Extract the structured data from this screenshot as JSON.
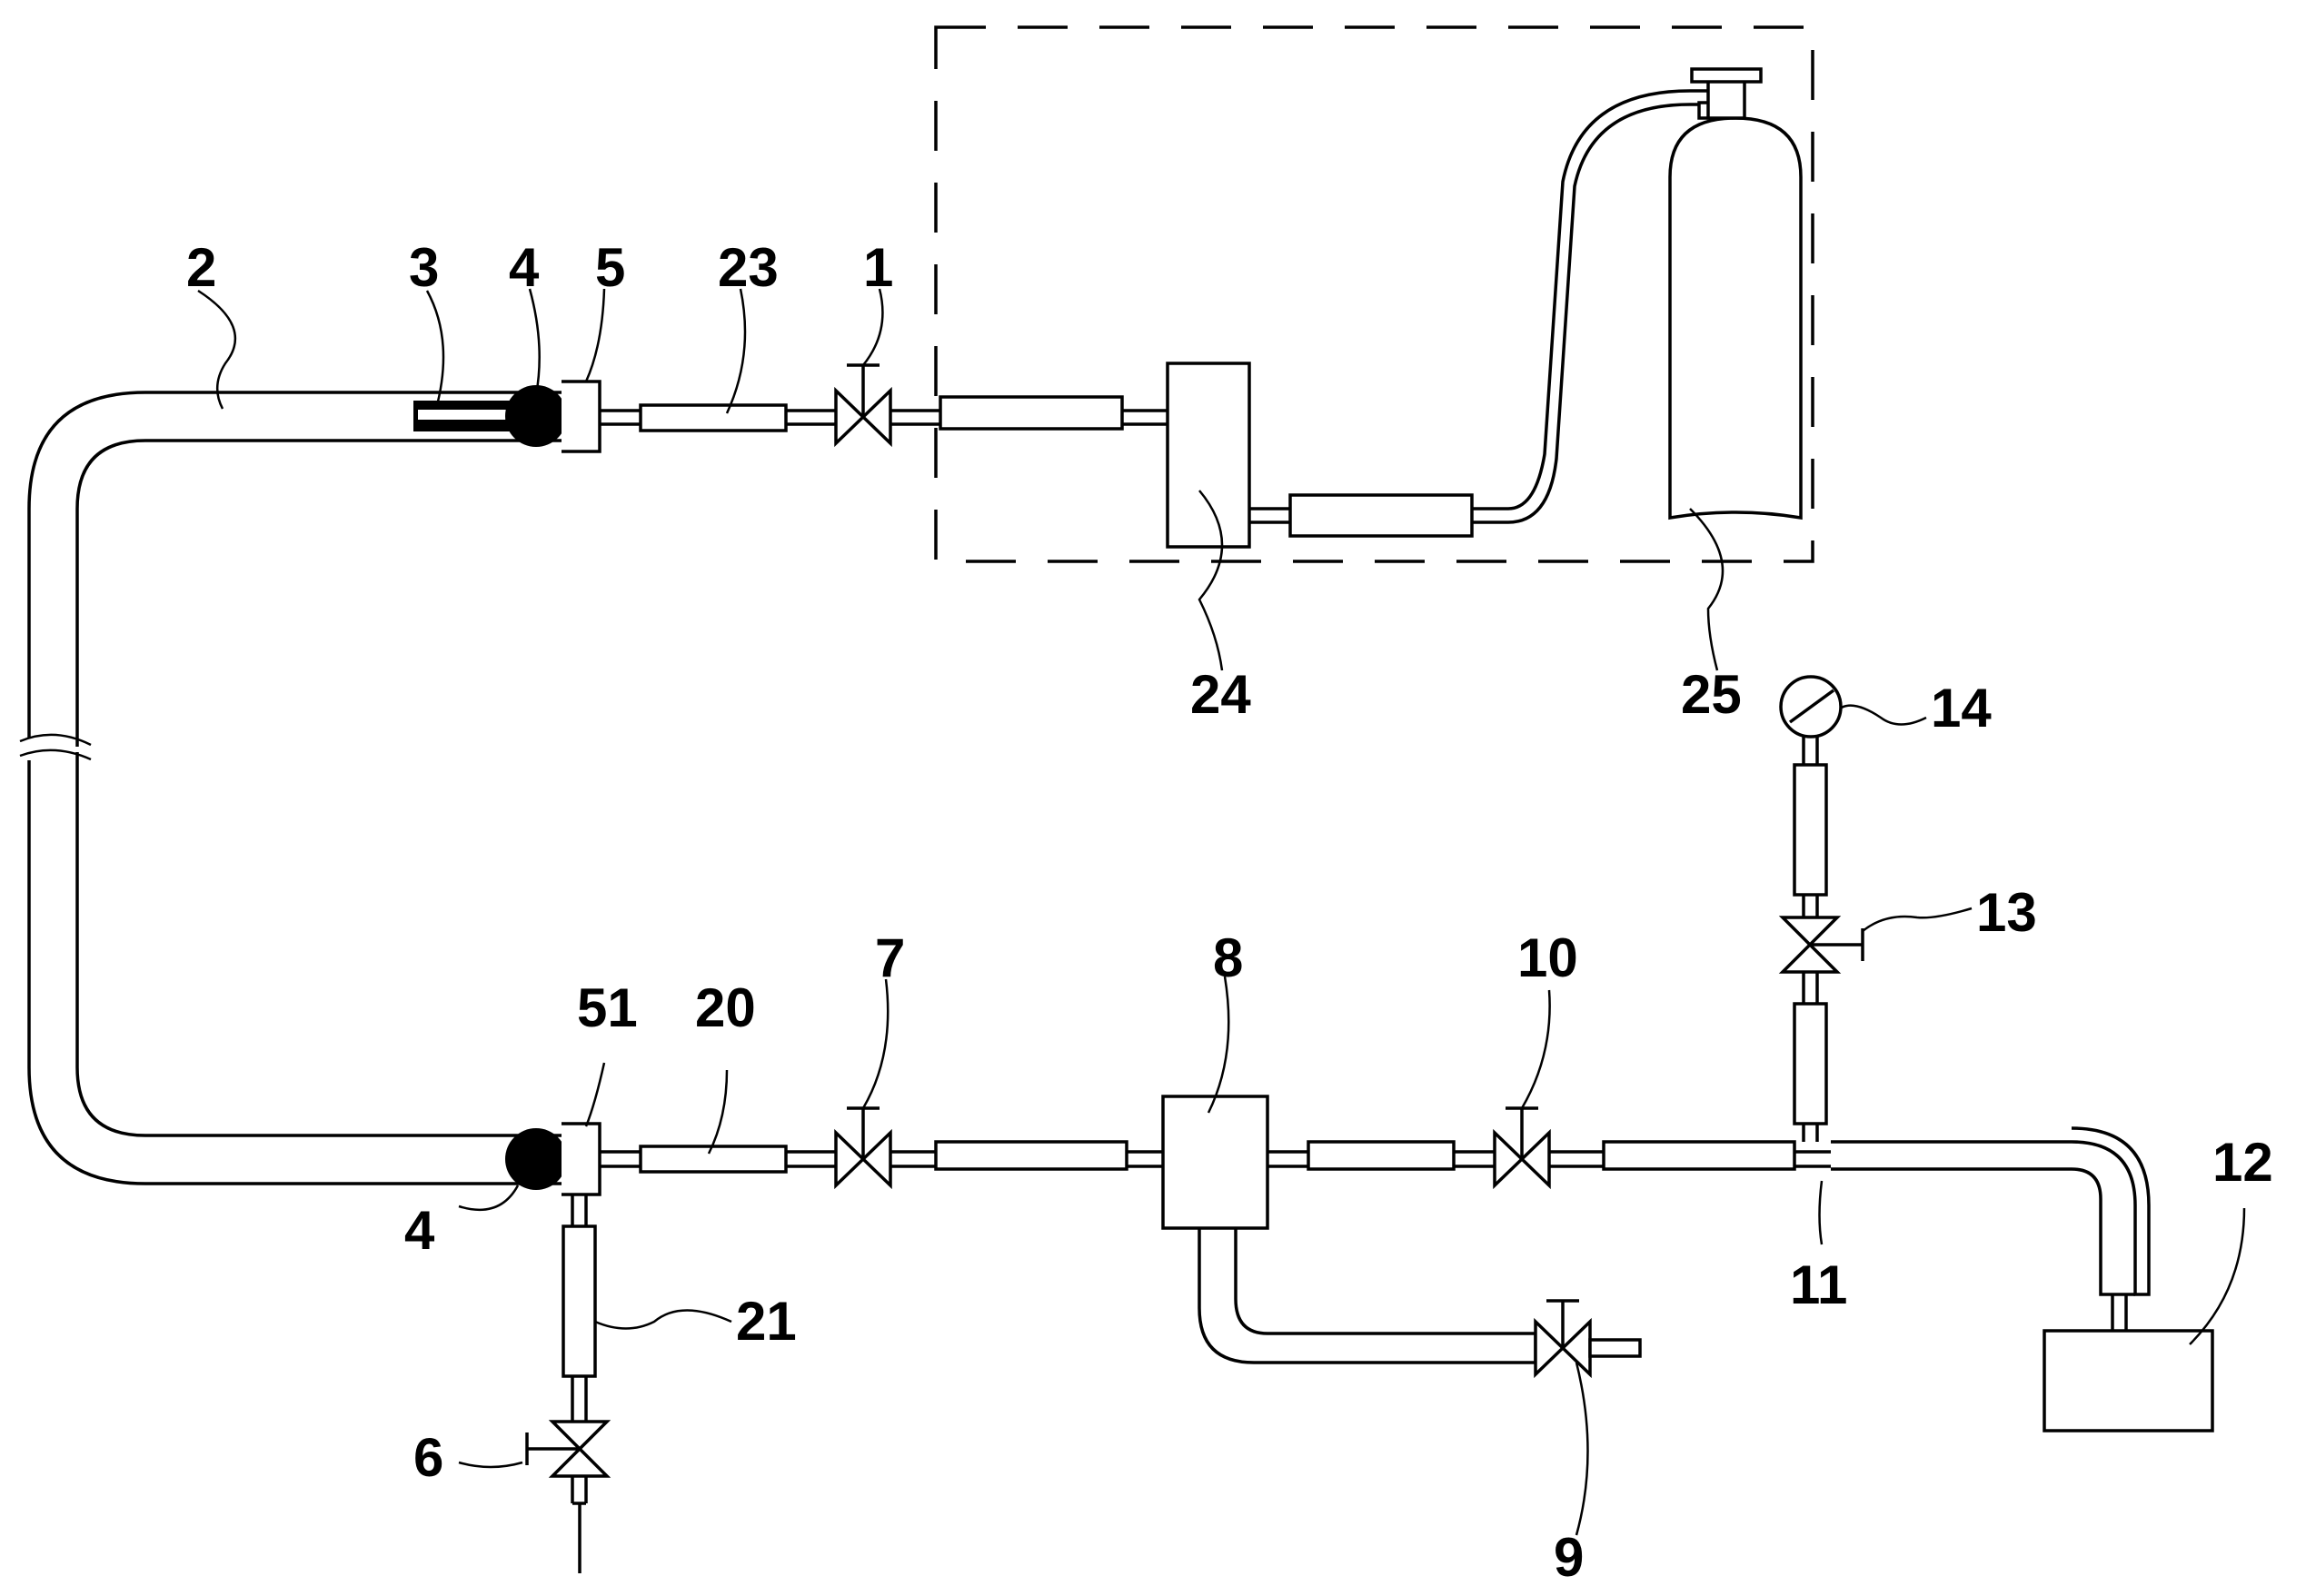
{
  "labels": {
    "l1": "1",
    "l2": "2",
    "l3": "3",
    "l4a": "4",
    "l4b": "4",
    "l5": "5",
    "l6": "6",
    "l7": "7",
    "l8": "8",
    "l9": "9",
    "l10": "10",
    "l11": "11",
    "l12": "12",
    "l13": "13",
    "l14": "14",
    "l20": "20",
    "l21": "21",
    "l23": "23",
    "l24": "24",
    "l25": "25",
    "l51": "51"
  }
}
